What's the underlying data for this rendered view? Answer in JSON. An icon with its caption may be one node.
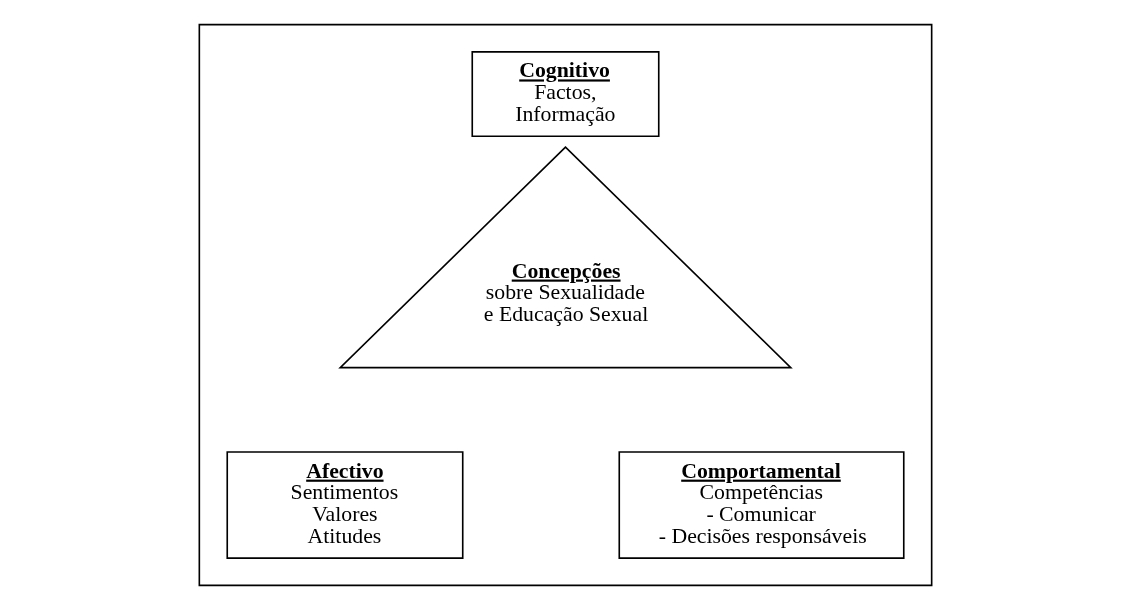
{
  "diagram": {
    "nodes": [
      {
        "text": [],
        "shape": "box"
      },
      {
        "text": [
          "Cognitivo",
          "Factos, Informação"
        ],
        "in": 0
      },
      {
        "text": [
          "Concepções",
          "sobre Sexualidade e Educação Sexual"
        ],
        "in": 0
      },
      {
        "text": [
          "Afectivo",
          "Sentimentos",
          "Valores",
          "Atitudes"
        ],
        "in": 0
      },
      {
        "text": [
          "Comportamental",
          "Competências",
          "- Comunicar",
          "- Decisões responsáveis"
        ],
        "in": 0
      }
    ]
  }
}
